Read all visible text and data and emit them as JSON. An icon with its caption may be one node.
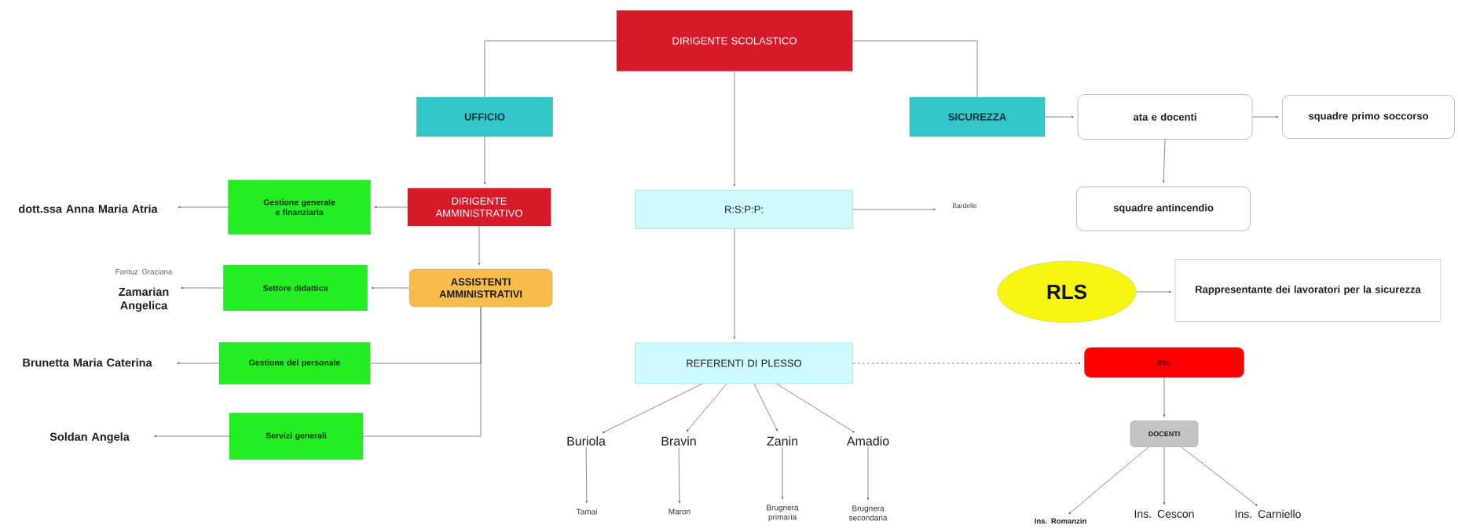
{
  "diagram": {
    "nodes": [
      {
        "text": [
          "DIRIGENTE SCOLASTICO"
        ]
      },
      {
        "text": [
          "UFFICIO"
        ]
      },
      {
        "text": [
          "SICUREZZA"
        ]
      },
      {
        "text": [
          "ata e docenti"
        ]
      },
      {
        "text": [
          "squadre primo soccorso"
        ]
      },
      {
        "text": [
          "squadre antincendio"
        ]
      },
      {
        "text": [
          "DIRIGENTE AMMINISTRATIVO"
        ]
      },
      {
        "text": [
          "Gestione generale e finanziaria"
        ]
      },
      {
        "text": [
          "dott.ssa Anna Maria Atria"
        ]
      },
      {
        "text": [
          "R:S:P:P:"
        ]
      },
      {
        "text": [
          "Bardelle"
        ]
      },
      {
        "text": [
          "ASSISTENTI AMMINISTRATIVI"
        ]
      },
      {
        "text": [
          "Settore didattica"
        ]
      },
      {
        "text": [
          "Fantuz Graziana",
          "Zamarian Angelica"
        ]
      },
      {
        "text": [
          "Gestione del personale"
        ]
      },
      {
        "text": [
          "Brunetta Maria Caterina"
        ]
      },
      {
        "text": [
          "Servizi generali"
        ]
      },
      {
        "text": [
          "Soldan Angela"
        ]
      },
      {
        "text": [
          "REFERENTI DI PLESSO"
        ]
      },
      {
        "text": [
          "Buriola"
        ]
      },
      {
        "text": [
          "Bravin"
        ]
      },
      {
        "text": [
          "Zanin"
        ]
      },
      {
        "text": [
          "Amadio"
        ]
      },
      {
        "text": [
          "Tamai"
        ]
      },
      {
        "text": [
          "Maron"
        ]
      },
      {
        "text": [
          "Brugnera primaria"
        ]
      },
      {
        "text": [
          "Brugnera secondaria"
        ]
      },
      {
        "text": [
          "RLS"
        ]
      },
      {
        "text": [
          "Rappresentante dei lavoratori per la sicurezza"
        ]
      },
      {
        "text": [
          "RSU"
        ]
      },
      {
        "text": [
          "DOCENTI"
        ]
      },
      {
        "text": [
          "Ins. Romanzin"
        ]
      },
      {
        "text": [
          "Ins. Cescon"
        ]
      },
      {
        "text": [
          "Ins. Carniello"
        ]
      }
    ],
    "edges": [
      {
        "from": 0,
        "to": 1,
        "arrow": "none"
      },
      {
        "from": 0,
        "to": 2,
        "arrow": "none"
      },
      {
        "from": 0,
        "to": 9,
        "arrow": "to"
      },
      {
        "from": 2,
        "to": 3,
        "arrow": "to"
      },
      {
        "from": 3,
        "to": 4,
        "arrow": "to"
      },
      {
        "from": 3,
        "to": 5,
        "arrow": "to"
      },
      {
        "from": 1,
        "to": 6,
        "arrow": "to"
      },
      {
        "from": 6,
        "to": 7,
        "arrow": "to"
      },
      {
        "from": 7,
        "to": 8,
        "arrow": "to"
      },
      {
        "from": 9,
        "to": 10,
        "arrow": "to"
      },
      {
        "from": 6,
        "to": 11,
        "arrow": "to"
      },
      {
        "from": 11,
        "to": 12,
        "arrow": "to"
      },
      {
        "from": 12,
        "to": 13,
        "arrow": "to"
      },
      {
        "from": 11,
        "to": 14,
        "arrow": "none"
      },
      {
        "from": 14,
        "to": 15,
        "arrow": "to"
      },
      {
        "from": 11,
        "to": 16,
        "arrow": "none"
      },
      {
        "from": 16,
        "to": 17,
        "arrow": "to"
      },
      {
        "from": 9,
        "to": 18,
        "arrow": "to"
      },
      {
        "from": 18,
        "to": 19,
        "arrow": "to"
      },
      {
        "from": 18,
        "to": 20,
        "arrow": "to"
      },
      {
        "from": 18,
        "to": 21,
        "arrow": "to"
      },
      {
        "from": 18,
        "to": 22,
        "arrow": "to"
      },
      {
        "from": 19,
        "to": 23,
        "arrow": "to"
      },
      {
        "from": 20,
        "to": 24,
        "arrow": "to"
      },
      {
        "from": 21,
        "to": 25,
        "arrow": "to"
      },
      {
        "from": 22,
        "to": 26,
        "arrow": "to"
      },
      {
        "from": 27,
        "to": 28,
        "arrow": "to"
      },
      {
        "from": 18,
        "to": 29,
        "arrow": "to",
        "style": "dashed"
      },
      {
        "from": 29,
        "to": 30,
        "arrow": "to"
      },
      {
        "from": 30,
        "to": 31,
        "arrow": "to"
      },
      {
        "from": 30,
        "to": 32,
        "arrow": "to"
      },
      {
        "from": 30,
        "to": 33,
        "arrow": "to"
      }
    ]
  }
}
